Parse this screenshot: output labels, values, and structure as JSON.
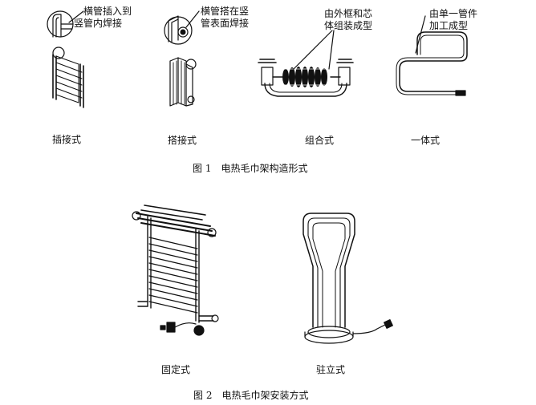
{
  "figure1": {
    "caption": "图 1　电热毛巾架构造形式",
    "items": [
      {
        "label": "插接式",
        "callout": [
          "横管插入到",
          "竖管内焊接"
        ]
      },
      {
        "label": "搭接式",
        "callout": [
          "横管搭在竖",
          "管表面焊接"
        ]
      },
      {
        "label": "组合式",
        "callout": [
          "由外框和芯",
          "体组装成型"
        ]
      },
      {
        "label": "一体式",
        "callout": [
          "由单一管件",
          "加工成型"
        ]
      }
    ]
  },
  "figure2": {
    "caption": "图 2　电热毛巾架安装方式",
    "items": [
      {
        "label": "固定式"
      },
      {
        "label": "驻立式"
      }
    ]
  }
}
